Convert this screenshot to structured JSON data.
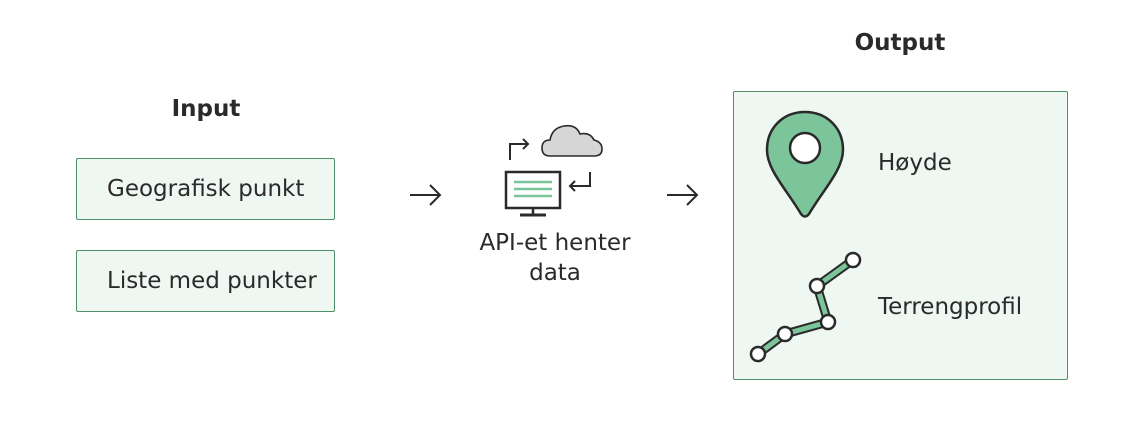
{
  "input": {
    "heading": "Input",
    "items": [
      "Geografisk punkt",
      "Liste med punkter"
    ]
  },
  "process": {
    "label_line1": "API-et henter",
    "label_line2": "data"
  },
  "output": {
    "heading": "Output",
    "items": [
      "Høyde",
      "Terrengprofil"
    ]
  },
  "colors": {
    "box_fill": "#eef7f1",
    "box_border": "#4f8f6a",
    "accent_green": "#7cc49a",
    "line_dark": "#2a2a2a",
    "cloud_fill": "#d6d6d6"
  },
  "icons": [
    "arrow-right-icon",
    "api-cloud-computer-icon",
    "location-pin-icon",
    "terrain-profile-icon"
  ]
}
